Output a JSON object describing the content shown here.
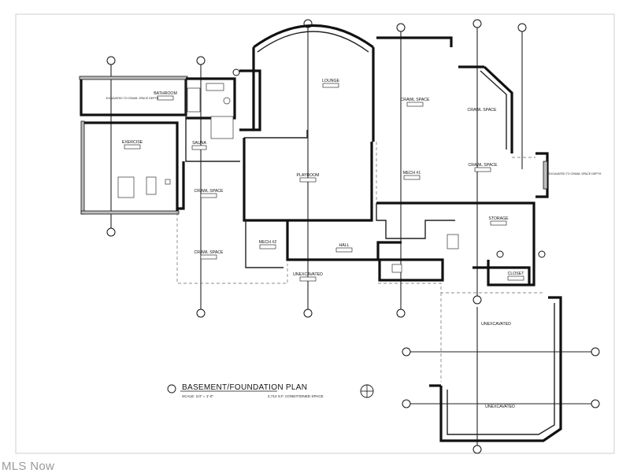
{
  "plan": {
    "title": "BASEMENT/FOUNDATION PLAN",
    "scale": "SCALE: 1/4\" = 1'-0\"",
    "conditioned_area": "2,712 S.F. CONDITIONED SPACE"
  },
  "rooms": {
    "bathroom": "BATHROOM",
    "exercise": "EXERCISE",
    "sauna": "SAUNA",
    "lounge": "LOUNGE",
    "playroom": "PLAYROOM",
    "mech1": "MECH #1",
    "mech2": "MECH #2",
    "hall": "HALL",
    "storage": "STORAGE",
    "closet": "CLOSET",
    "crawl_left_1": "CRAWL SPACE",
    "crawl_left_2": "CRAWL SPACE",
    "crawl_mid": "CRAWL SPACE",
    "crawl_right_top": "CRAWL SPACE",
    "crawl_right_mid": "CRAWL SPACE",
    "unexcavated_center": "UNEXCAVATED",
    "unexcavated_right": "UNEXCAVATED",
    "unexcavated_bottom": "UNEXCAVATED"
  },
  "notes": {
    "excavated_left": "EXCAVATED TO CRAWL SPACE DEPTH",
    "excavated_right": "EXCAVATED TO CRAWL SPACE DEPTH"
  },
  "watermark": "MLS Now"
}
